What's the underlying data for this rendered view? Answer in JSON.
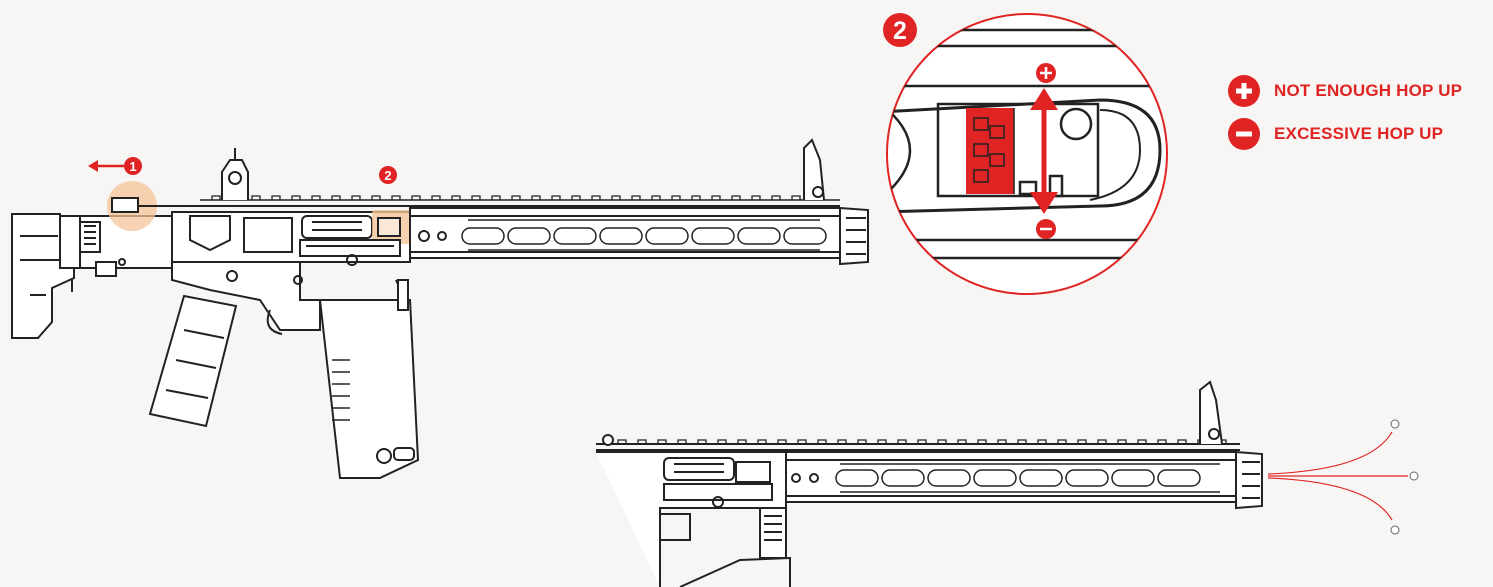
{
  "callouts": {
    "step_1": "1",
    "step_2": "2",
    "zoom_step": "2"
  },
  "legend": {
    "plus_label": "NOT ENOUGH HOP UP",
    "minus_label": "EXCESSIVE HOP UP"
  },
  "colors": {
    "accent": "#e02424",
    "highlight": "#f5c49a",
    "line": "#222222",
    "background": "#f7f6f4"
  },
  "icons": {
    "plus": "plus-circle-icon",
    "minus": "minus-circle-icon",
    "arrow": "left-arrow-icon"
  }
}
